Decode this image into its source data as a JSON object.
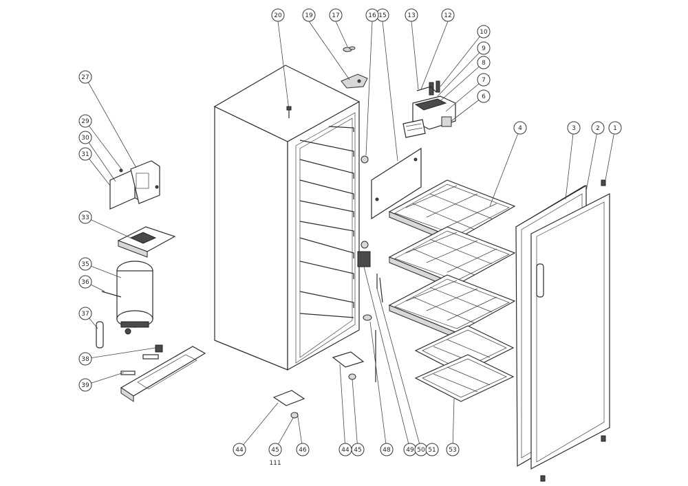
{
  "callouts": [
    {
      "id": "c1",
      "label": "1"
    },
    {
      "id": "c2",
      "label": "2"
    },
    {
      "id": "c3",
      "label": "3"
    },
    {
      "id": "c4",
      "label": "4"
    },
    {
      "id": "c6",
      "label": "6"
    },
    {
      "id": "c7",
      "label": "7"
    },
    {
      "id": "c8",
      "label": "8"
    },
    {
      "id": "c9",
      "label": "9"
    },
    {
      "id": "c10",
      "label": "10"
    },
    {
      "id": "c12",
      "label": "12"
    },
    {
      "id": "c13",
      "label": "13"
    },
    {
      "id": "c15",
      "label": "15"
    },
    {
      "id": "c16",
      "label": "16"
    },
    {
      "id": "c17",
      "label": "17"
    },
    {
      "id": "c19",
      "label": "19"
    },
    {
      "id": "c20",
      "label": "20"
    },
    {
      "id": "c27",
      "label": "27"
    },
    {
      "id": "c29",
      "label": "29"
    },
    {
      "id": "c30",
      "label": "30"
    },
    {
      "id": "c31",
      "label": "31"
    },
    {
      "id": "c33",
      "label": "33"
    },
    {
      "id": "c35",
      "label": "35"
    },
    {
      "id": "c36",
      "label": "36"
    },
    {
      "id": "c37",
      "label": "37"
    },
    {
      "id": "c38",
      "label": "38"
    },
    {
      "id": "c39",
      "label": "39"
    },
    {
      "id": "c44a",
      "label": "44"
    },
    {
      "id": "c45a",
      "label": "45"
    },
    {
      "id": "c46",
      "label": "46"
    },
    {
      "id": "c44b",
      "label": "44"
    },
    {
      "id": "c45b",
      "label": "45"
    },
    {
      "id": "c48",
      "label": "48"
    },
    {
      "id": "c49",
      "label": "49"
    },
    {
      "id": "c50",
      "label": "50"
    },
    {
      "id": "c51",
      "label": "51"
    },
    {
      "id": "c53",
      "label": "53"
    }
  ],
  "sub_note": "111"
}
